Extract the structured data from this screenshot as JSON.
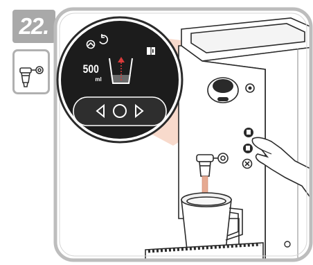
{
  "step": {
    "number": "22."
  },
  "display": {
    "volume_value": "500",
    "volume_unit": "ml"
  },
  "icons": {
    "side": "milk-pitcher-icon",
    "display": [
      "cleaning-gauge-icon",
      "descale-cycle-icon",
      "manual-book-icon",
      "cup-fill-level-icon"
    ],
    "controls": [
      "arrow-left-icon",
      "select-circle-icon",
      "arrow-right-icon"
    ],
    "machine_buttons": [
      "settings-button",
      "milk-button",
      "cup-button",
      "cancel-button"
    ]
  },
  "colors": {
    "frame": "#bdbdbd",
    "badge": "#a9a9a9",
    "display_bg": "#1c1c1c",
    "milk_stream": "#e6aa92",
    "fill_arrow": "#d93a3a",
    "zoom_cone": "#f7d3c3"
  }
}
